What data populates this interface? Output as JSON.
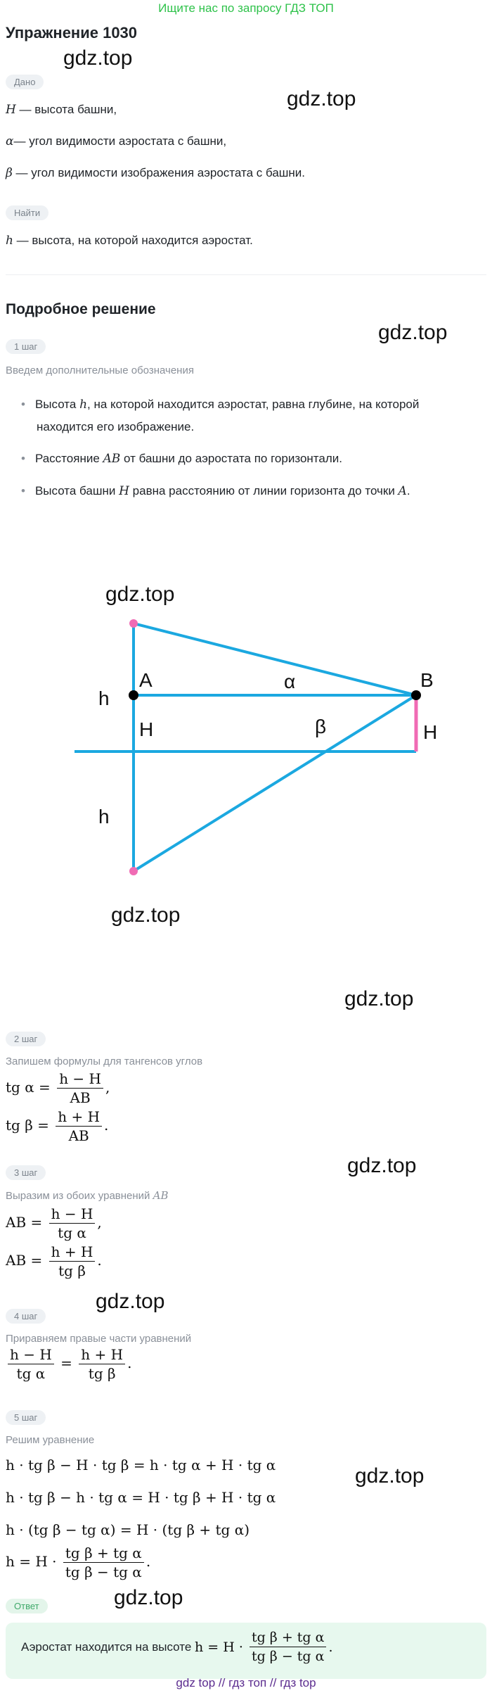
{
  "banner": "Ищите нас по запросу ГДЗ ТОП",
  "title": "Упражнение 1030",
  "watermark": "gdz.top",
  "given": {
    "label": "Дано",
    "lines": [
      {
        "sym": "H",
        "text": " — высота башни,"
      },
      {
        "sym": "α",
        "text": "— угол видимости аэростата с башни,"
      },
      {
        "sym": "β",
        "text": " — угол видимости изображения аэростата с башни."
      }
    ]
  },
  "find": {
    "label": "Найти",
    "line": {
      "sym": "h",
      "text": " — высота, на которой находится аэростат."
    }
  },
  "solution_heading": "Подробное решение",
  "step1": {
    "label": "1 шаг",
    "intro": "Введем дополнительные обозначения",
    "bullets": [
      {
        "pre": "Высота ",
        "sym": "h",
        "post": ", на которой находится аэростат, равна глубине, на которой"
      },
      {
        "pre": "находится его изображение.",
        "sym": "",
        "post": ""
      },
      {
        "pre": "Расстояние ",
        "sym": "AB",
        "post": " от башни до аэростата по горизонтали."
      },
      {
        "pre": "Высота башни ",
        "sym": "H",
        "post": " равна расстоянию от линии горизонта до точки ",
        "sym2": "A",
        "post2": "."
      }
    ]
  },
  "figure": {
    "labels": {
      "A": "A",
      "B": "B",
      "alpha": "α",
      "beta": "β",
      "h1": "h",
      "h2": "h",
      "H1": "H",
      "H2": "H"
    },
    "colors": {
      "line": "#1ba8e0",
      "pink": "#f06bb4",
      "point": "#000000"
    }
  },
  "step2": {
    "label": "2 шаг",
    "intro": "Запишем формулы для тангенсов углов",
    "f1": {
      "lhs": "tg α =",
      "num": "h − H",
      "den": "AB",
      "tail": ","
    },
    "f2": {
      "lhs": "tg β =",
      "num": "h + H",
      "den": "AB",
      "tail": "."
    }
  },
  "step3": {
    "label": "3 шаг",
    "intro": "Выразим из обоих уравнений",
    "intro_sym": "AB",
    "f1": {
      "lhs": "AB =",
      "num": "h − H",
      "den": "tg α",
      "tail": ","
    },
    "f2": {
      "lhs": "AB =",
      "num": "h + H",
      "den": "tg β",
      "tail": "."
    }
  },
  "step4": {
    "label": "4 шаг",
    "intro": "Приравняем правые части уравнений",
    "f": {
      "num1": "h − H",
      "den1": "tg α",
      "eq": "=",
      "num2": "h + H",
      "den2": "tg β",
      "tail": "."
    }
  },
  "step5": {
    "label": "5 шаг",
    "intro": "Решим уравнение",
    "lines": [
      "h · tg β − H · tg β = h · tg α + H · tg α",
      "h · tg β − h · tg α = H · tg β + H · tg α",
      "h · (tg β − tg α) = H · (tg β + tg α)"
    ],
    "last": {
      "lhs": "h = H ·",
      "num": "tg β + tg α",
      "den": "tg β − tg α",
      "tail": "."
    }
  },
  "answer": {
    "label": "Ответ",
    "text": "Аэростат находится на высоте ",
    "lhs": "h = H ·",
    "num": "tg β + tg α",
    "den": "tg β − tg α",
    "tail": "."
  },
  "footer": "gdz top  //  гдз топ  //  гдз top"
}
